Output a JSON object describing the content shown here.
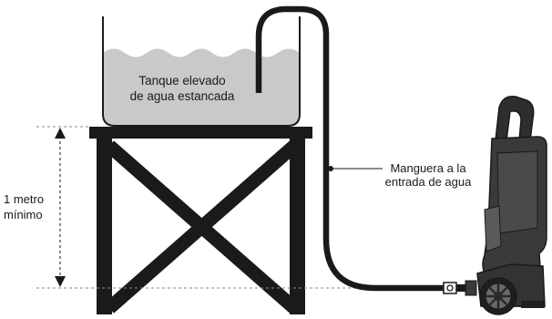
{
  "labels": {
    "tank_line1": "Tanque elevado",
    "tank_line2": "de agua estancada",
    "hose_line1": "Manguera a la",
    "hose_line2": "entrada de agua",
    "height_line1": "1 metro",
    "height_line2": "mínimo"
  },
  "colors": {
    "ink": "#1a1a1a",
    "water": "#c9c9c9",
    "machine_dark": "#3a3a3a",
    "machine_mid": "#5a5a5a",
    "guide_line": "#8a8a8a"
  }
}
